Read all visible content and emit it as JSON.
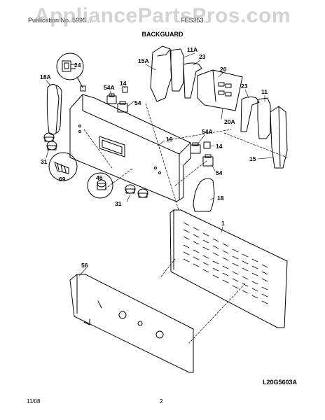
{
  "watermark": "AppliancePartsPros.com",
  "header": {
    "publication": "Publication No. 5995...",
    "model": "FES353..."
  },
  "section_title": "BACKGUARD",
  "callouts": {
    "c24": "24",
    "c18a": "18A",
    "c15a": "15A",
    "c11a": "11A",
    "c23a": "23",
    "c20": "20",
    "c23b": "23",
    "c11": "11",
    "c54a_left": "54A",
    "c14_left": "14",
    "c54_left": "54",
    "c20a": "20A",
    "c19": "19",
    "c54a_right": "54A",
    "c14_right": "14",
    "c15": "15",
    "c31_left": "31",
    "c69": "69",
    "c46": "46",
    "c54_right": "54",
    "c31_bottom": "31",
    "c18": "18",
    "c1": "1",
    "c56": "56"
  },
  "drawing_id": "L20G5603A",
  "footer": {
    "date": "11/08",
    "page": "2"
  }
}
